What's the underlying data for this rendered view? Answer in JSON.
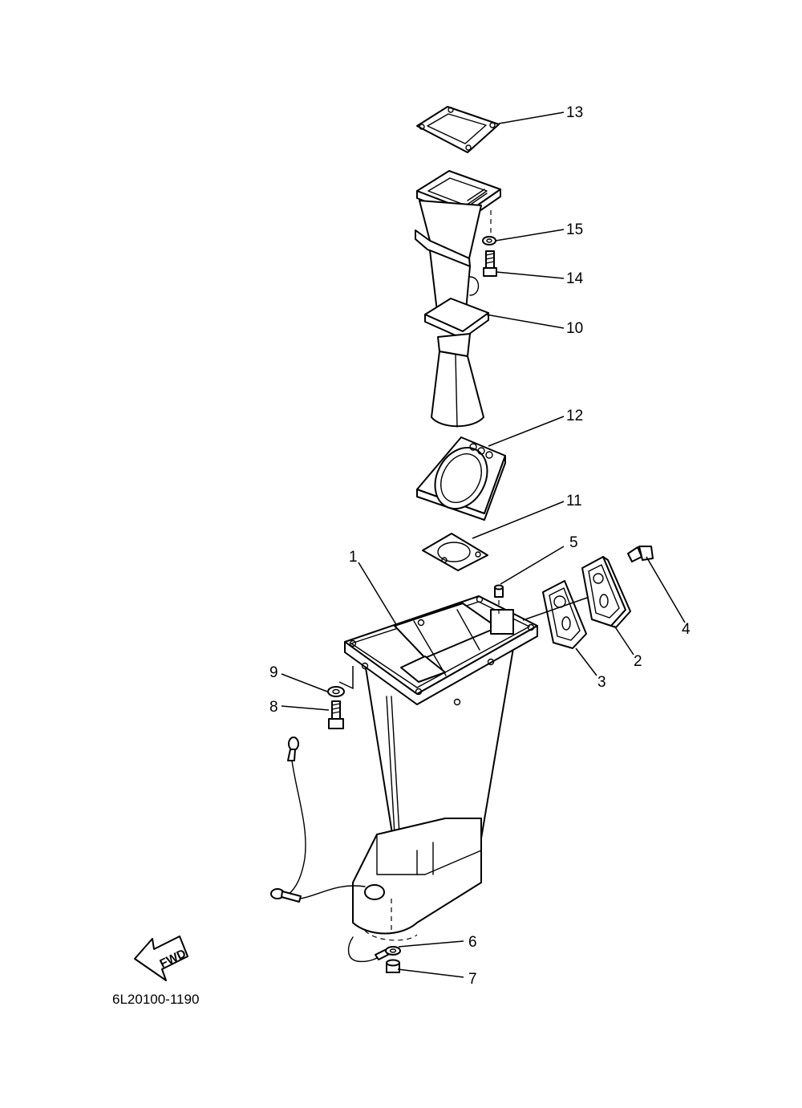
{
  "diagram_code": "6L20100-1190",
  "fwd_label": "FWD",
  "callouts": {
    "p1": "1",
    "p2": "2",
    "p3": "3",
    "p4": "4",
    "p5": "5",
    "p6": "6",
    "p7": "7",
    "p8": "8",
    "p9": "9",
    "p10": "10",
    "p11": "11",
    "p12": "12",
    "p13": "13",
    "p14": "14",
    "p15": "15"
  },
  "colors": {
    "line": "#000000",
    "background": "#ffffff"
  }
}
